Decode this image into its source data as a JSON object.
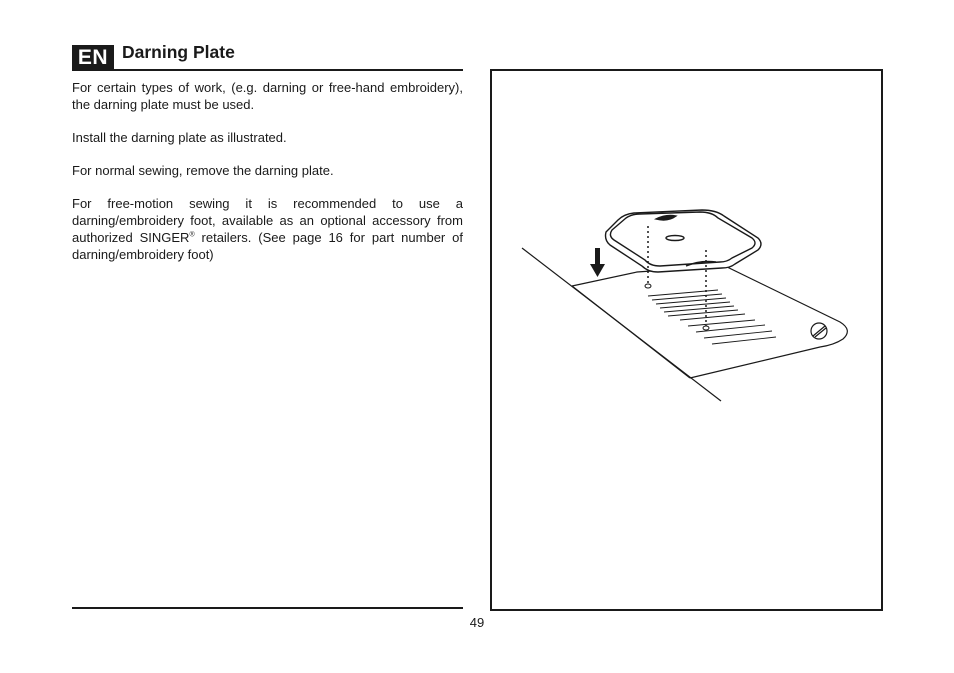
{
  "header": {
    "language_badge": "EN",
    "title": "Darning Plate"
  },
  "body": {
    "paragraphs": [
      "For certain types of work, (e.g. darning or free-hand embroidery), the darning plate must be used.",
      "Install the darning plate as illustrated.",
      "For normal sewing, remove the darning plate."
    ],
    "last_paragraph": {
      "before_mark": "For free-motion sewing it is recommended to use a darning/embroidery foot, available as an optional accessory from authorized SINGER",
      "mark": "®",
      "after_mark": " retailers. (See page 16 for part number of darning/embroidery foot)"
    }
  },
  "figure": {
    "icon": "darning-plate-illustration"
  },
  "footer": {
    "page_number": "49"
  }
}
